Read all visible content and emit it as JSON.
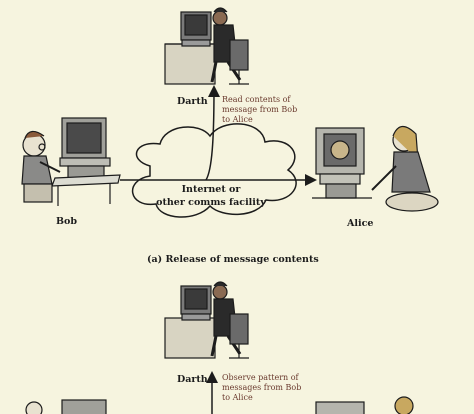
{
  "diagram_a": {
    "attacker": "Darth",
    "annotation": "Read contents of\nmessage from Bob\nto Alice",
    "cloud": "Internet or\nother comms facility",
    "sender": "Bob",
    "receiver": "Alice",
    "caption": "(a) Release of message contents"
  },
  "diagram_b": {
    "attacker": "Darth",
    "annotation": "Observe pattern of\nmessages from Bob\nto Alice"
  },
  "colors": {
    "background": "#f6f4df",
    "ink": "#1c1c1c",
    "annotation": "#6a3a2e"
  }
}
